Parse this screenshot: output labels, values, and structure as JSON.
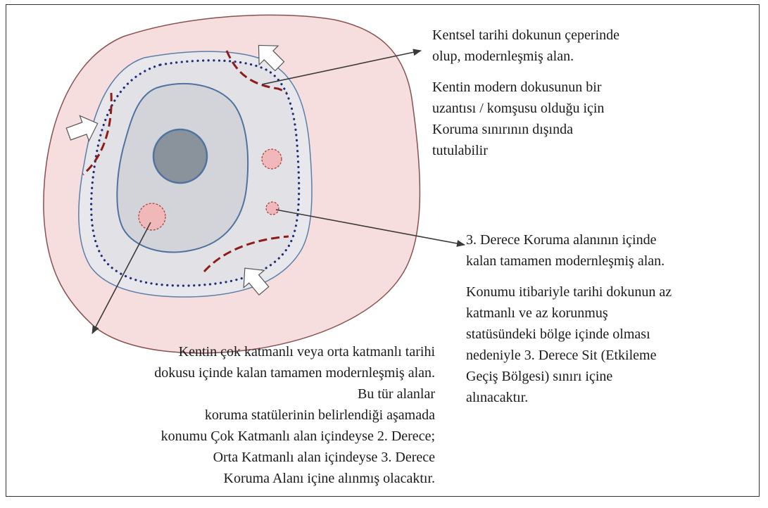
{
  "notes": {
    "top": {
      "line1": "Kentsel tarihi dokunun çeperinde",
      "line2": "olup,   modernleşmiş alan.",
      "line3": "Kentin modern dokusunun  bir",
      "line4": "uzantısı  / komşusu olduğu için",
      "line5": "Koruma sınırının dışında",
      "line6": "tutulabilir"
    },
    "right": {
      "line1": "3. Derece Koruma alanının içinde",
      "line2": "kalan tamamen modernleşmiş alan.",
      "line3": "Konumu itibariyle tarihi dokunun az",
      "line4": "katmanlı ve az korunmuş",
      "line5": "statüsündeki bölge içinde olması",
      "line6": "nedeniyle  3. Derece Sit (Etkileme",
      "line7": "Geçiş Bölgesi)  sınırı içine",
      "line8": "alınacaktır."
    },
    "bottom": {
      "line1": "Kentin çok katmanlı veya orta katmanlı tarihi",
      "line2": "dokusu içinde kalan tamamen modernleşmiş alan.",
      "line3": "Bu tür alanlar",
      "line4": "koruma statülerinin belirlendiği aşamada",
      "line5": "konumu  Çok Katmanlı alan içindeyse 2. Derece;",
      "line6": "Orta Katmanlı alan içindeyse 3. Derece",
      "line7": "Koruma Alanı içine alınmış olacaktır."
    }
  },
  "colors": {
    "outer_fill": "#f6dede",
    "outer_stroke": "#8a5050",
    "inner_fill": "#e6e6ea",
    "inner_stroke": "#5a7ea8",
    "core_fill": "#8a929c",
    "dotted_boundary": "#1f2d7a",
    "dashed_red": "#8e1c1c",
    "pink_circle_fill": "#f0b8b8"
  }
}
